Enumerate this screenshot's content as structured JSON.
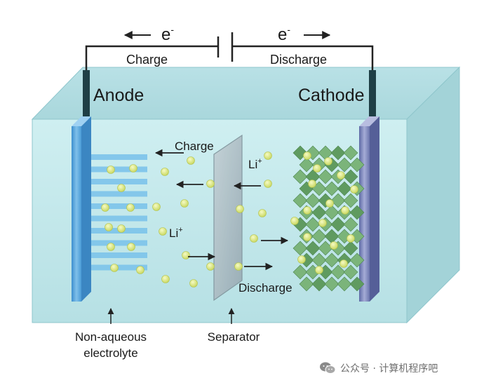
{
  "labels": {
    "electron_left": "e",
    "electron_right": "e",
    "electron_sup": "-",
    "charge_top": "Charge",
    "discharge_top": "Discharge",
    "anode": "Anode",
    "cathode": "Cathode",
    "charge_mid": "Charge",
    "discharge_mid": "Discharge",
    "li_top": "Li",
    "li_left": "Li",
    "li_sup": "+",
    "electrolyte_line1": "Non-aqueous",
    "electrolyte_line2": "electrolyte",
    "separator": "Separator"
  },
  "watermark": {
    "text": "公众号 · 计算机程序吧",
    "icon": "wechat-icon"
  },
  "colors": {
    "electrolyte": "#c7ebee",
    "anode_plate": "#5aa8dc",
    "cathode_plate": "#7d86b8",
    "separator": "#a9bcc4",
    "li_ion": "#e1ec7a",
    "cathode_crystal": "#6fa870",
    "wire": "#222222"
  }
}
